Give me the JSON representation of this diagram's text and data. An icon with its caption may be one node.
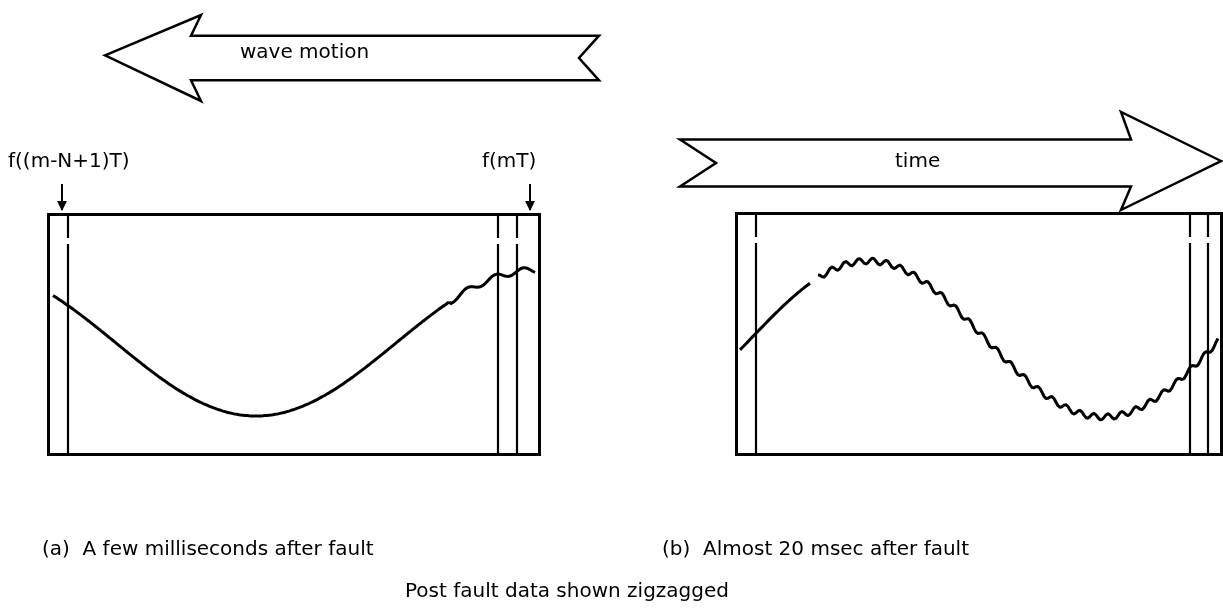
{
  "diagram": {
    "caption": "Post fault data shown zigzagged",
    "nodes": [
      {
        "text": [
          "wave motion"
        ]
      },
      {
        "text": [
          "time"
        ]
      },
      {
        "text": [
          "f((m-N+1)T)"
        ]
      },
      {
        "text": [
          "f(mT)"
        ]
      },
      {
        "text": [],
        "shape": "box"
      },
      {
        "text": [],
        "shape": "box"
      }
    ],
    "labels": [
      "(a)  A few milliseconds after fault",
      "(b)  Almost 20 msec after fault"
    ],
    "edges": [
      {
        "from": 2,
        "to": 4,
        "arrow": "to"
      },
      {
        "from": 3,
        "to": 4,
        "arrow": "to"
      }
    ]
  }
}
